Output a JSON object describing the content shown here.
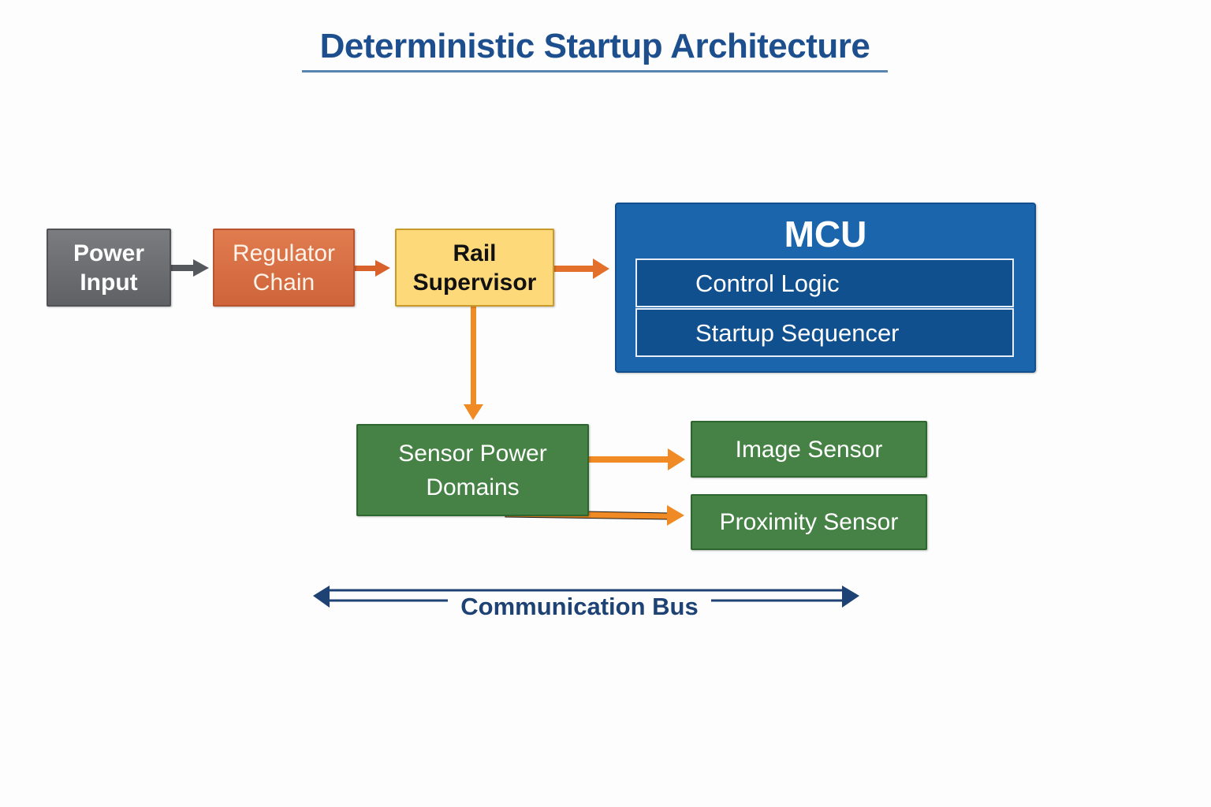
{
  "title": "Deterministic Startup Architecture",
  "blocks": {
    "power_input": "Power\nInput",
    "regulator_chain": "Regulator\nChain",
    "rail_supervisor": "Rail\nSupervisor",
    "mcu": {
      "label": "MCU",
      "sub_blocks": [
        "Control Logic",
        "Startup Sequencer"
      ]
    },
    "sensor_power_domains": "Sensor Power\nDomains",
    "image_sensor": "Image Sensor",
    "proximity_sensor": "Proximity Sensor"
  },
  "connections": [
    {
      "from": "Power Input",
      "to": "Regulator Chain"
    },
    {
      "from": "Regulator Chain",
      "to": "Rail Supervisor"
    },
    {
      "from": "Rail Supervisor",
      "to": "MCU"
    },
    {
      "from": "Rail Supervisor",
      "to": "Sensor Power Domains"
    },
    {
      "from": "Sensor Power Domains",
      "to": "Image Sensor"
    },
    {
      "from": "Sensor Power Domains",
      "to": "Proximity Sensor"
    }
  ],
  "bus": {
    "label": "Communication Bus",
    "direction": "bidirectional"
  },
  "colors": {
    "title": "#1d4f8e",
    "power_input": "#6b6d71",
    "regulator": "#d96f44",
    "supervisor": "#fdd97a",
    "mcu": "#1a65ac",
    "sensor": "#468245",
    "arrow_orange": "#f08a24",
    "bus": "#1d4273"
  }
}
